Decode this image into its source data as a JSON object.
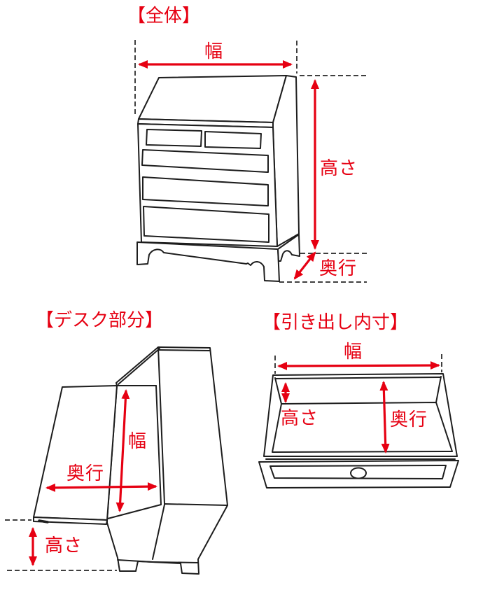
{
  "colors": {
    "accent": "#e60012",
    "line": "#1d1d1d",
    "dash": "#3f3f3f",
    "background": "#ffffff"
  },
  "diagram": {
    "description": "furniture-dimension-guide",
    "sections": {
      "overall": {
        "title": "【全体】",
        "width_label": "幅",
        "height_label": "高さ",
        "depth_label": "奥行"
      },
      "desk": {
        "title": "【デスク部分】",
        "width_label": "幅",
        "depth_label": "奥行",
        "height_label": "高さ"
      },
      "drawer": {
        "title": "【引き出し内寸】",
        "width_label": "幅",
        "height_label": "高さ",
        "depth_label": "奥行"
      }
    }
  }
}
